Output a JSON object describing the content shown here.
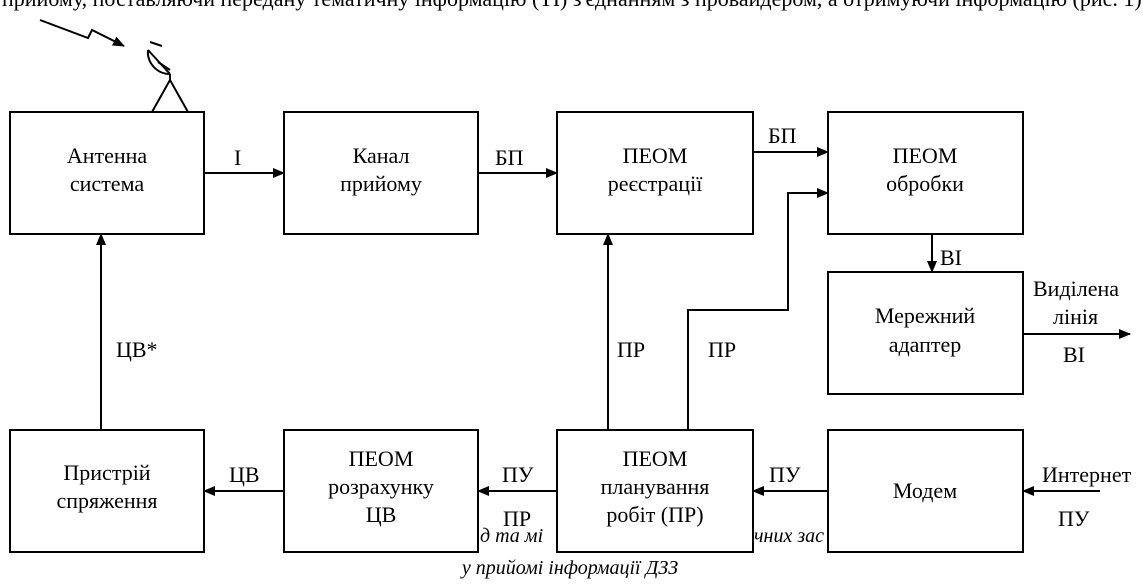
{
  "header_text": "прийому, поставляючи передану тематичну інформацію (ТІ) з'єднанням з провайдером, а отримуючи інформацію (рис. 1)",
  "blocks": {
    "antenna": [
      "Антенна",
      "система"
    ],
    "receive_channel": [
      "Канал",
      "прийому"
    ],
    "registration_pc": [
      "ПЕОМ",
      "реєстрації"
    ],
    "processing_pc": [
      "ПЕОМ",
      "обробки"
    ],
    "network_adapter": [
      "Мережний",
      "адаптер"
    ],
    "interface_device": [
      "Пристрій",
      "спряження"
    ],
    "calc_pc": [
      "ПЕОМ",
      "розрахунку",
      "ЦВ"
    ],
    "planning_pc": [
      "ПЕОМ",
      "планування",
      "робіт (ПР)"
    ],
    "modem": [
      "Модем"
    ]
  },
  "signals": {
    "antenna_to_channel": "І",
    "channel_to_registration": "БП",
    "registration_to_processing": "БП",
    "processing_to_adapter": "ВІ",
    "dedicated_line": [
      "Виділена",
      "лінія"
    ],
    "adapter_output": "ВІ",
    "interface_to_antenna": "ЦВ*",
    "planning_to_registration": "ПР",
    "planning_to_processing": "ПР",
    "calc_to_interface": "ЦВ",
    "planning_to_calc_top": "ПУ",
    "planning_to_calc_bottom": "ПР",
    "modem_to_planning": "ПУ",
    "internet": "Интернет",
    "internet_signal": "ПУ"
  },
  "caption": {
    "line1_left": "д та мі",
    "line1_middle": "чних зас",
    "line2": "у прийомі інформації ДЗЗ"
  }
}
